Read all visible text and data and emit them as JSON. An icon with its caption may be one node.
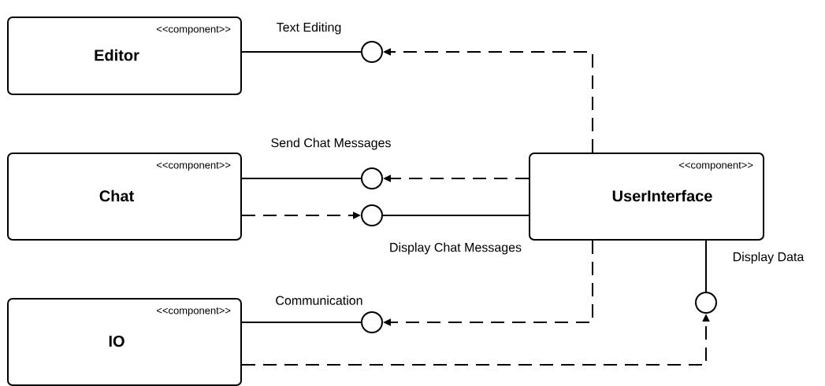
{
  "diagram": {
    "nodes": [
      {
        "text": [
          "<<component>>",
          "Editor"
        ]
      },
      {
        "text": [
          "<<component>>",
          "Chat"
        ]
      },
      {
        "text": [
          "<<component>>",
          "IO"
        ]
      },
      {
        "text": [
          "<<component>>",
          "UserInterface"
        ]
      },
      {
        "text": [],
        "shape": "circle",
        "beside": [
          "Text Editing"
        ]
      },
      {
        "text": [],
        "shape": "circle",
        "beside": [
          "Send Chat Messages"
        ]
      },
      {
        "text": [],
        "shape": "circle"
      },
      {
        "text": [],
        "shape": "circle",
        "beside": [
          "Communication"
        ]
      },
      {
        "text": [],
        "shape": "circle"
      }
    ],
    "labels": [
      "Display Chat Messages",
      "Display Data"
    ],
    "edges": [
      {
        "from": 0,
        "to": 4,
        "arrow": "none"
      },
      {
        "from": 3,
        "to": 4,
        "arrow": "to",
        "style": "dashed"
      },
      {
        "from": 1,
        "to": 5,
        "arrow": "none"
      },
      {
        "from": 3,
        "to": 5,
        "arrow": "to",
        "style": "dashed"
      },
      {
        "from": 1,
        "to": 6,
        "arrow": "to",
        "style": "dashed"
      },
      {
        "from": 3,
        "to": 6,
        "arrow": "none"
      },
      {
        "from": 2,
        "to": 7,
        "arrow": "none"
      },
      {
        "from": 3,
        "to": 7,
        "arrow": "to",
        "style": "dashed"
      },
      {
        "from": 3,
        "to": 8,
        "arrow": "none"
      },
      {
        "from": 2,
        "to": 8,
        "arrow": "to",
        "style": "dashed"
      }
    ]
  }
}
